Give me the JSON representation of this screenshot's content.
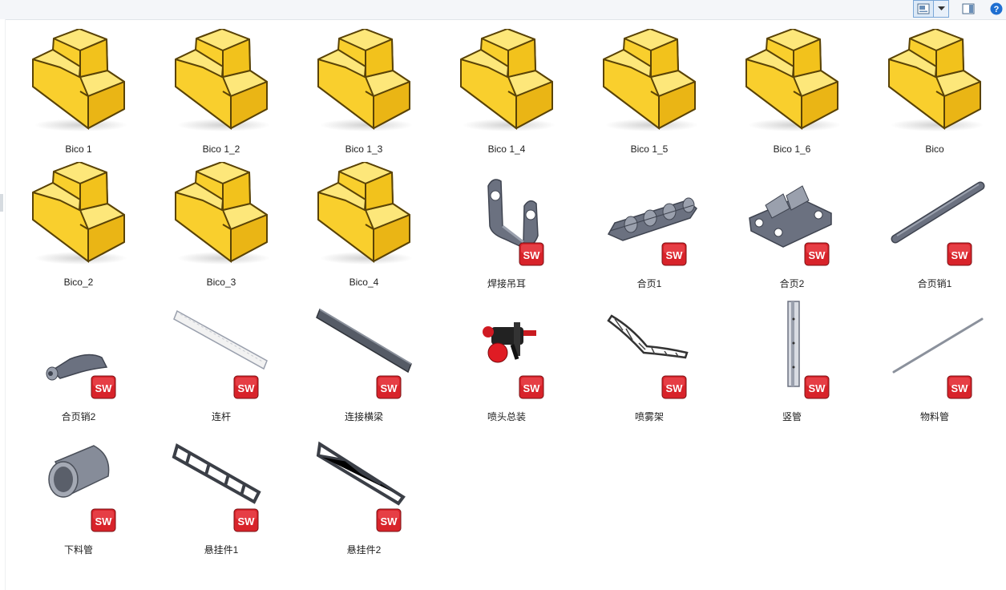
{
  "toolbar": {
    "view_icon": "large-icons-view-icon",
    "dropdown_icon": "chevron-down-icon",
    "preview_pane_icon": "preview-pane-icon",
    "help_icon": "help-icon",
    "help_glyph": "?"
  },
  "colors": {
    "folder_yellow": "#f9cf2d",
    "folder_outline": "#5a4306",
    "sw_red": "#d8232a",
    "part_gray": "#6b7180"
  },
  "badge": {
    "glyph": "SW"
  },
  "files": [
    {
      "name": "Bico 1",
      "kind": "folder"
    },
    {
      "name": "Bico 1_2",
      "kind": "folder"
    },
    {
      "name": "Bico 1_3",
      "kind": "folder"
    },
    {
      "name": "Bico 1_4",
      "kind": "folder"
    },
    {
      "name": "Bico 1_5",
      "kind": "folder"
    },
    {
      "name": "Bico 1_6",
      "kind": "folder"
    },
    {
      "name": "Bico",
      "kind": "folder"
    },
    {
      "name": "Bico_2",
      "kind": "folder"
    },
    {
      "name": "Bico_3",
      "kind": "folder"
    },
    {
      "name": "Bico_4",
      "kind": "folder"
    },
    {
      "name": "焊接吊耳",
      "kind": "part",
      "shape": "bracket"
    },
    {
      "name": "合页1",
      "kind": "part",
      "shape": "hinge"
    },
    {
      "name": "合页2",
      "kind": "part",
      "shape": "hinge2"
    },
    {
      "name": "合页销1",
      "kind": "part",
      "shape": "rod"
    },
    {
      "name": "合页销2",
      "kind": "part",
      "shape": "pin"
    },
    {
      "name": "连杆",
      "kind": "part",
      "shape": "link"
    },
    {
      "name": "连接横梁",
      "kind": "part",
      "shape": "beam"
    },
    {
      "name": "喷头总装",
      "kind": "part",
      "shape": "nozzle"
    },
    {
      "name": "喷雾架",
      "kind": "part",
      "shape": "spray"
    },
    {
      "name": "竖管",
      "kind": "part",
      "shape": "vpipe"
    },
    {
      "name": "物料管",
      "kind": "part",
      "shape": "thinrod"
    },
    {
      "name": "下料管",
      "kind": "part",
      "shape": "tube"
    },
    {
      "name": "悬挂件1",
      "kind": "part",
      "shape": "truss1"
    },
    {
      "name": "悬挂件2",
      "kind": "part",
      "shape": "truss2"
    }
  ]
}
